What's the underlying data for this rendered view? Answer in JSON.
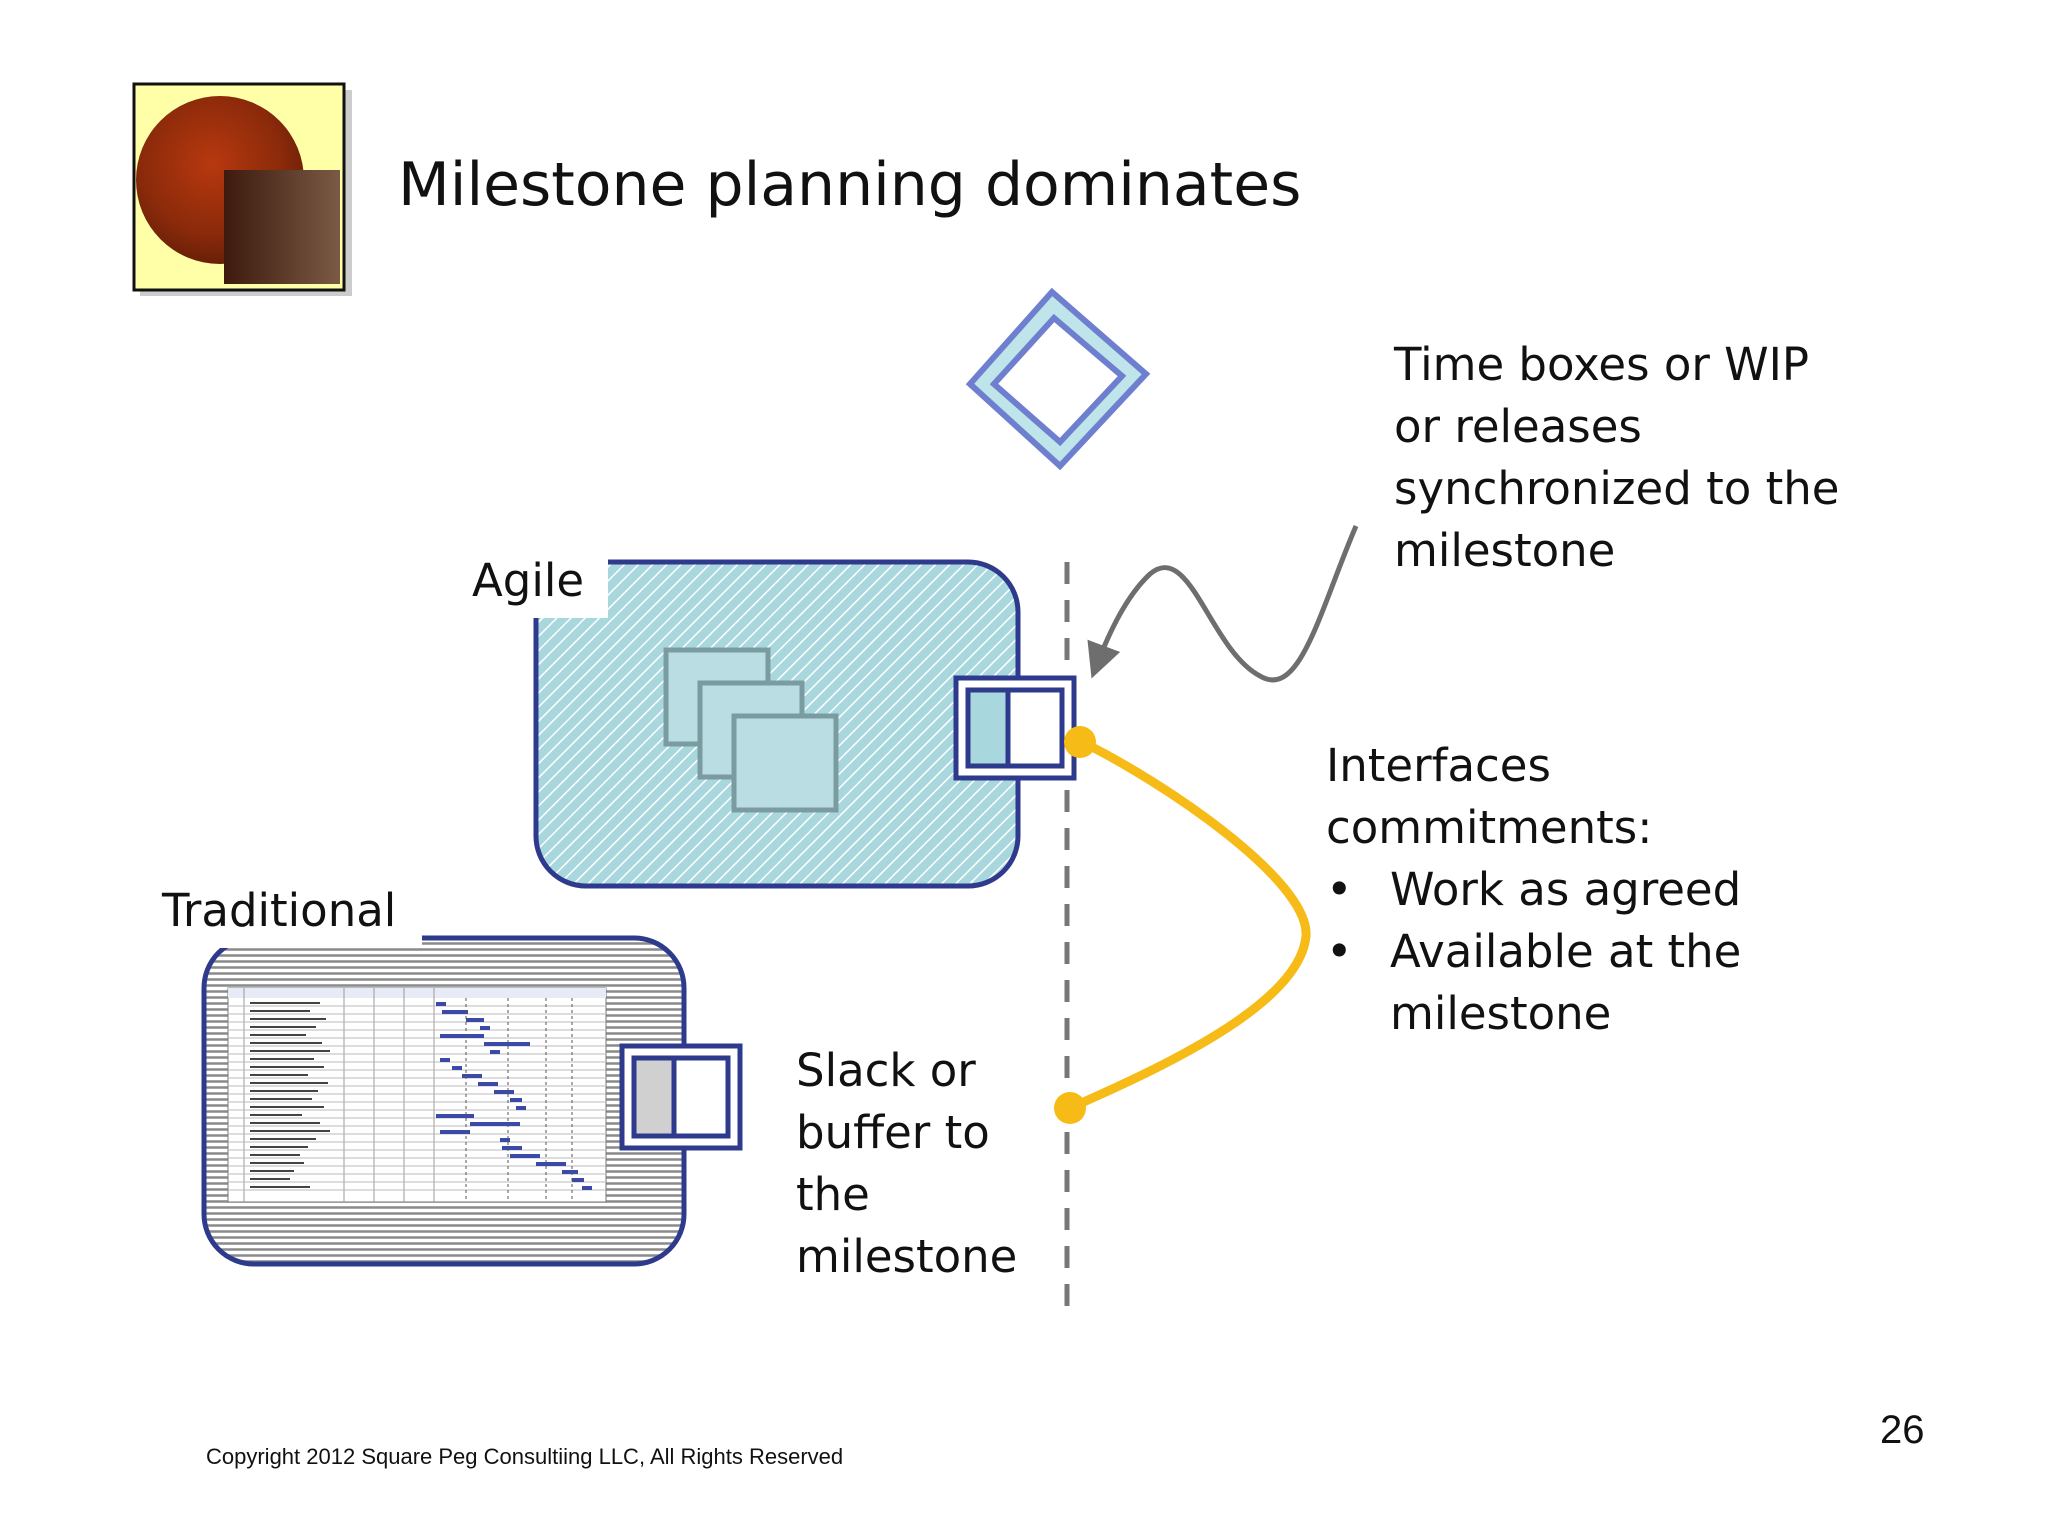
{
  "slide": {
    "title": "Milestone planning dominates",
    "footer": "Copyright  2012 Square Peg Consultiing LLC, All Rights Reserved",
    "page_number": "26"
  },
  "labels": {
    "agile": "Agile",
    "traditional": "Traditional"
  },
  "callout_timebox": {
    "lines": [
      "Time boxes or WIP",
      "or releases",
      "synchronized to the",
      "milestone"
    ]
  },
  "callout_interfaces": {
    "heading_lines": [
      "Interfaces",
      "commitments:"
    ],
    "bullets": [
      {
        "marker": "•",
        "lines": [
          "Work as agreed"
        ]
      },
      {
        "marker": "•",
        "lines": [
          "Available at the",
          "milestone"
        ]
      }
    ]
  },
  "callout_slack": {
    "lines": [
      "Slack or",
      "buffer to",
      "the",
      "milestone"
    ]
  },
  "colors": {
    "accent_blue": "#2e3a8c",
    "agile_fill": "#a9d7de",
    "connector_yellow": "#f6bb17",
    "diamond_border": "#6f7fd0",
    "diamond_fill": "#bfe4ea"
  }
}
